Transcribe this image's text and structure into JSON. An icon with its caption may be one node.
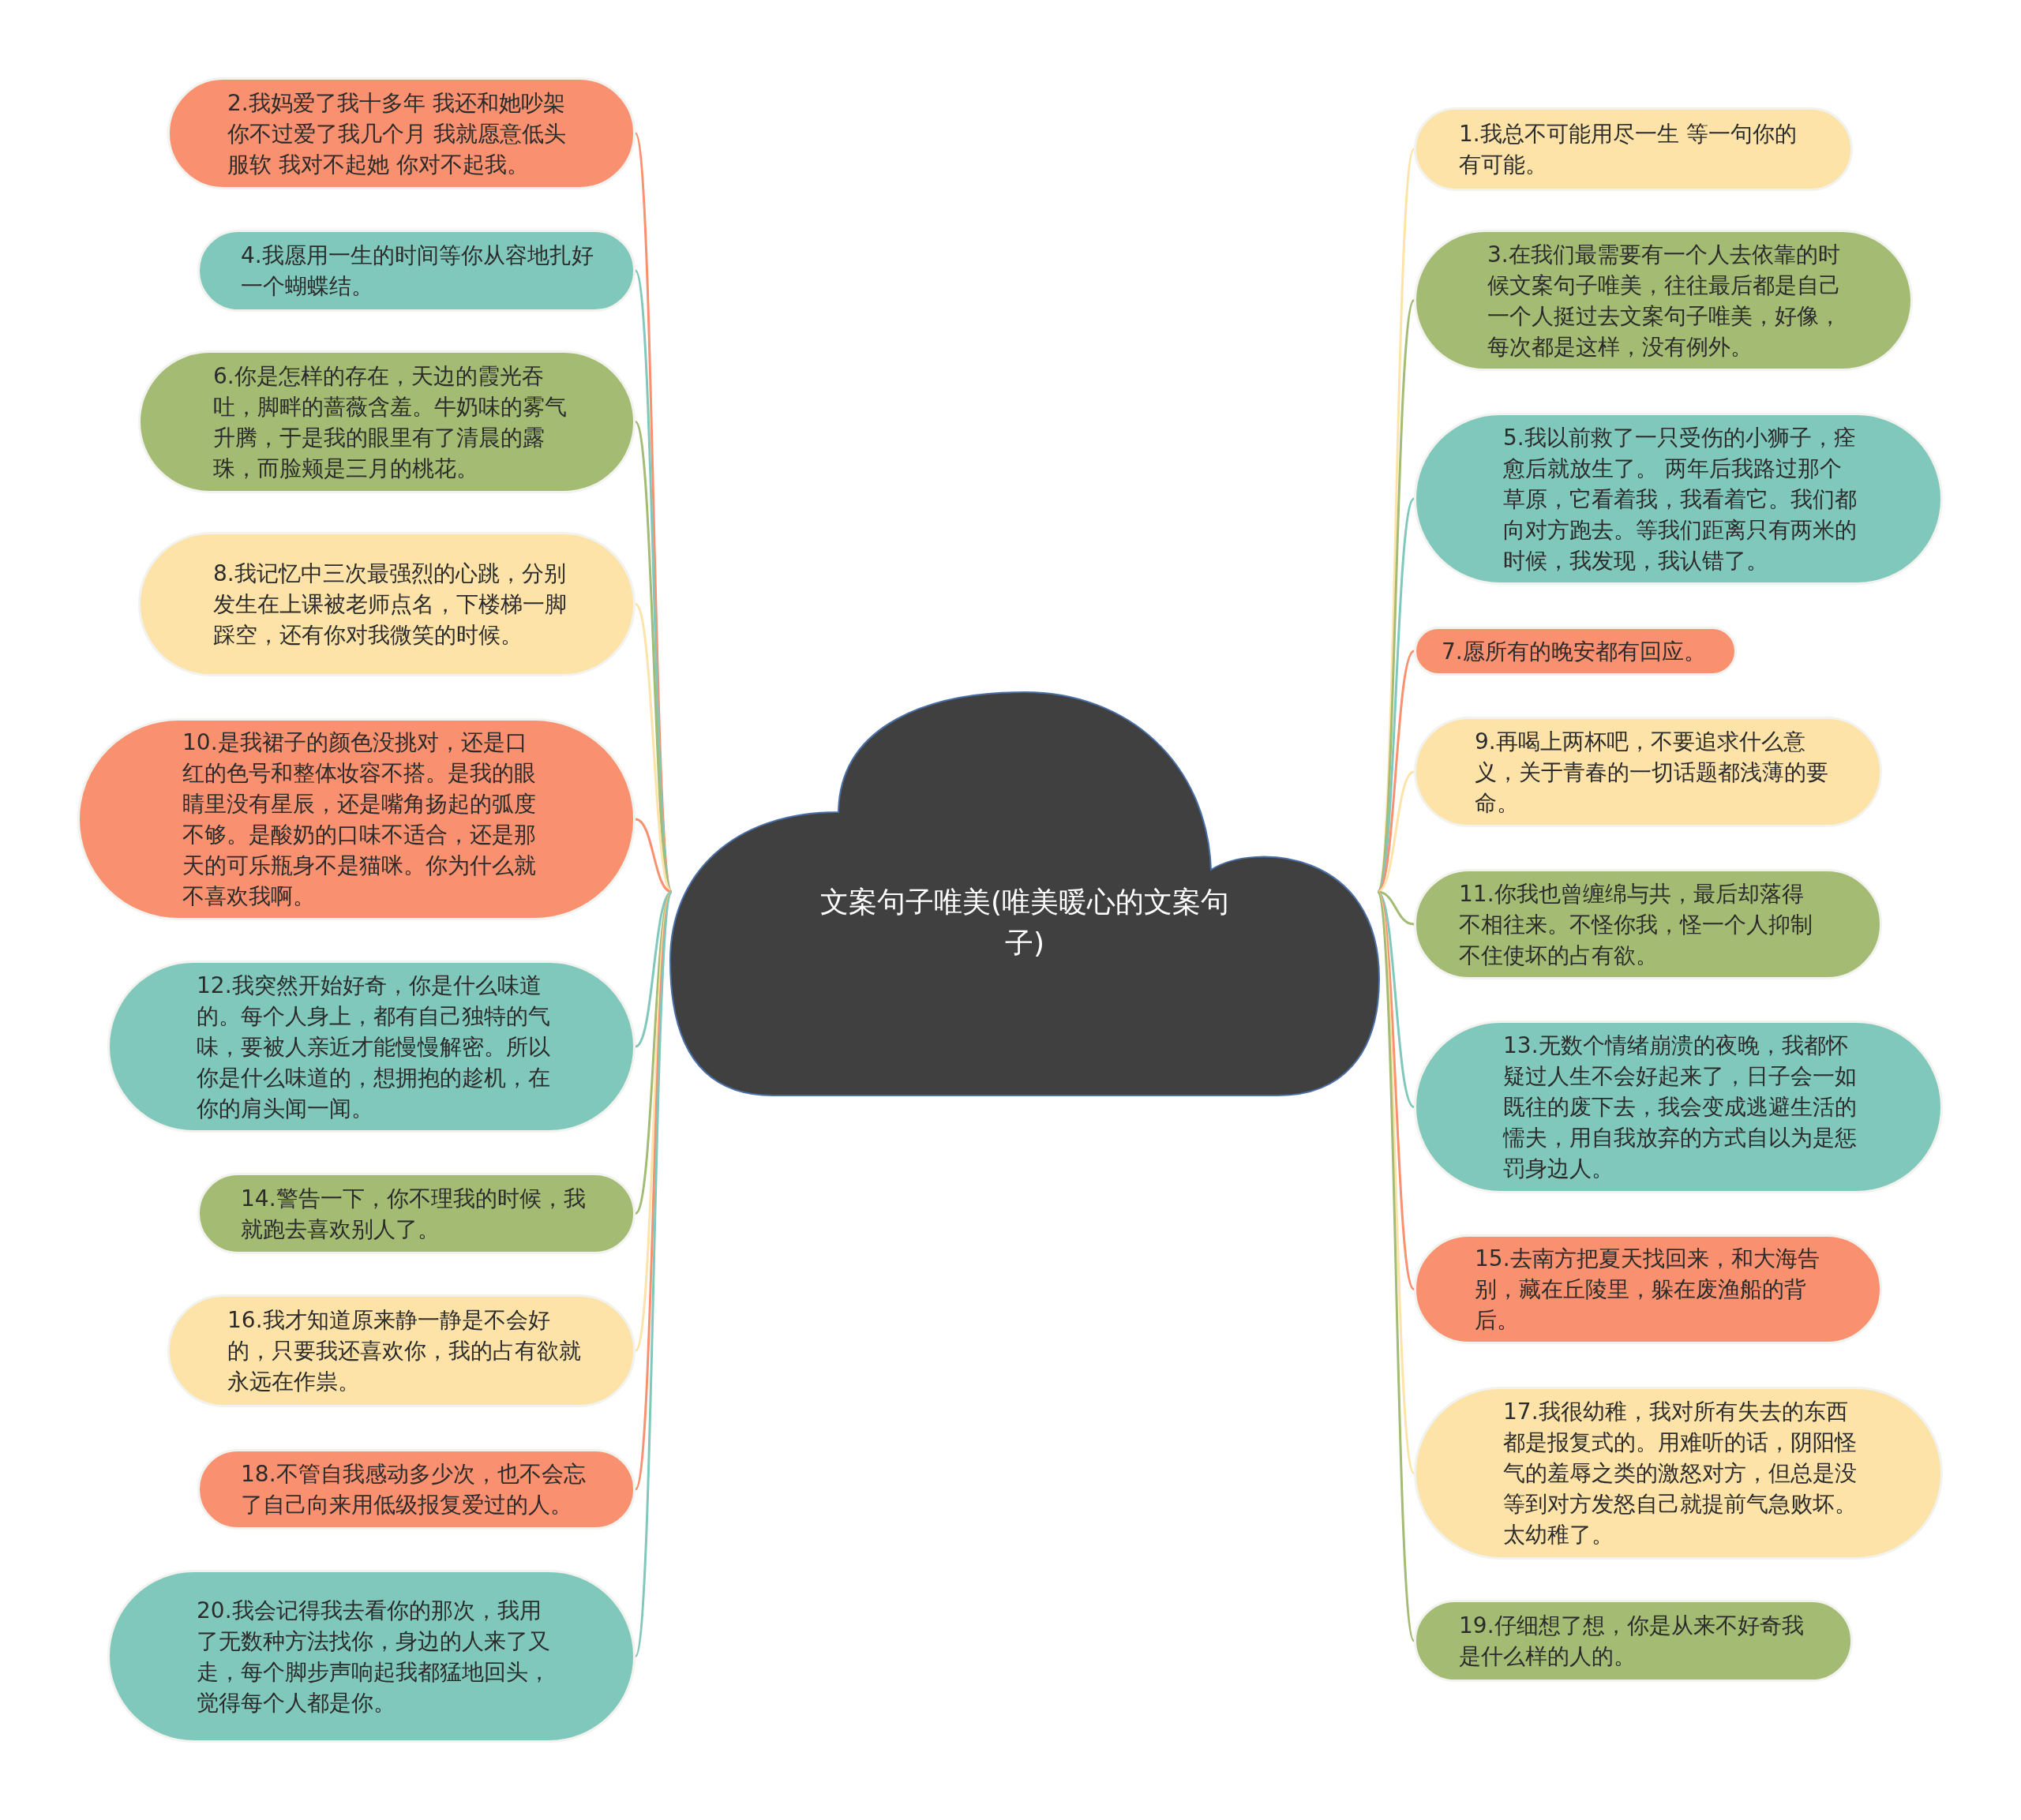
{
  "diagram": {
    "nodes": [
      {
        "text": [
          "文案句子唯美(唯美暖心的文案句子)"
        ]
      },
      {
        "text": [
          "1.我总不可能用尽一生 等一句你的有可能。"
        ]
      },
      {
        "text": [
          "2.我妈爱了我十多年 我还和她吵架你不过爱了我几个月 我就愿意低头服软 我对不起她 你对不起我。"
        ]
      },
      {
        "text": [
          "3.在我们最需要有一个人去依靠的时候文案句子唯美，往往最后都是自己一个人挺过去文案句子唯美，好像，每次都是这样，没有例外。"
        ]
      },
      {
        "text": [
          "4.我愿用一生的时间等你从容地扎好一个蝴蝶结。"
        ]
      },
      {
        "text": [
          "5.我以前救了一只受伤的小狮子，痊愈后就放生了。 两年后我路过那个草原，它看着我，我看着它。我们都向对方跑去。等我们距离只有两米的时候，我发现，我认错了。"
        ]
      },
      {
        "text": [
          "6.你是怎样的存在，天边的霞光吞吐，脚畔的蔷薇含羞。牛奶味的雾气升腾，于是我的眼里有了清晨的露珠，而脸颊是三月的桃花。"
        ]
      },
      {
        "text": [
          "7.愿所有的晚安都有回应。"
        ]
      },
      {
        "text": [
          "8.我记忆中三次最强烈的心跳，分别发生在上课被老师点名，下楼梯一脚踩空，还有你对我微笑的时候。"
        ]
      },
      {
        "text": [
          "9.再喝上两杯吧，不要追求什么意义，关于青春的一切话题都浅薄的要命。"
        ]
      },
      {
        "text": [
          "10.是我裙子的颜色没挑对，还是口红的色号和整体妆容不搭。是我的眼睛里没有星辰，还是嘴角扬起的弧度不够。是酸奶的口味不适合，还是那天的可乐瓶身不是猫咪。你为什么就不喜欢我啊。"
        ]
      },
      {
        "text": [
          "11.你我也曾缠绵与共，最后却落得不相往来。不怪你我，怪一个人抑制不住使坏的占有欲。"
        ]
      },
      {
        "text": [
          "12.我突然开始好奇，你是什么味道的。每个人身上，都有自己独特的气味，要被人亲近才能慢慢解密。所以你是什么味道的，想拥抱的趁机，在你的肩头闻一闻。"
        ]
      },
      {
        "text": [
          "13.无数个情绪崩溃的夜晚，我都怀疑过人生不会好起来了，日子会一如既往的废下去，我会变成逃避生活的懦夫，用自我放弃的方式自以为是惩罚身边人。"
        ]
      },
      {
        "text": [
          "14.警告一下，你不理我的时候，我就跑去喜欢别人了。"
        ]
      },
      {
        "text": [
          "15.去南方把夏天找回来，和大海告别，藏在丘陵里，躲在废渔船的背后。"
        ]
      },
      {
        "text": [
          "16.我才知道原来静一静是不会好的，只要我还喜欢你，我的占有欲就永远在作祟。"
        ]
      },
      {
        "text": [
          "17.我很幼稚，我对所有失去的东西都是报复式的。用难听的话，阴阳怪气的羞辱之类的激怒对方，但总是没等到对方发怒自己就提前气急败坏。太幼稚了。"
        ]
      },
      {
        "text": [
          "18.不管自我感动多少次，也不会忘了自己向来用低级报复爱过的人。"
        ]
      },
      {
        "text": [
          "19.仔细想了想，你是从来不好奇我是什么样的人的。"
        ]
      },
      {
        "text": [
          "20.我会记得我去看你的那次，我用了无数种方法找你，身边的人来了又走，每个脚步声响起我都猛地回头，觉得每个人都是你。"
        ]
      }
    ],
    "edges": [
      {
        "from": 0,
        "to": 1,
        "arrow": "none",
        "color": "#fde3a7"
      },
      {
        "from": 0,
        "to": 2,
        "arrow": "none",
        "color": "#f9906f"
      },
      {
        "from": 0,
        "to": 3,
        "arrow": "none",
        "color": "#a3bb73"
      },
      {
        "from": 0,
        "to": 4,
        "arrow": "none",
        "color": "#80c8bb"
      },
      {
        "from": 0,
        "to": 5,
        "arrow": "none",
        "color": "#80c8bb"
      },
      {
        "from": 0,
        "to": 6,
        "arrow": "none",
        "color": "#a3bb73"
      },
      {
        "from": 0,
        "to": 7,
        "arrow": "none",
        "color": "#f9906f"
      },
      {
        "from": 0,
        "to": 8,
        "arrow": "none",
        "color": "#fde3a7"
      },
      {
        "from": 0,
        "to": 9,
        "arrow": "none",
        "color": "#fde3a7"
      },
      {
        "from": 0,
        "to": 10,
        "arrow": "none",
        "color": "#f9906f"
      },
      {
        "from": 0,
        "to": 11,
        "arrow": "none",
        "color": "#a3bb73"
      },
      {
        "from": 0,
        "to": 12,
        "arrow": "none",
        "color": "#80c8bb"
      },
      {
        "from": 0,
        "to": 13,
        "arrow": "none",
        "color": "#80c8bb"
      },
      {
        "from": 0,
        "to": 14,
        "arrow": "none",
        "color": "#a3bb73"
      },
      {
        "from": 0,
        "to": 15,
        "arrow": "none",
        "color": "#f9906f"
      },
      {
        "from": 0,
        "to": 16,
        "arrow": "none",
        "color": "#fde3a7"
      },
      {
        "from": 0,
        "to": 17,
        "arrow": "none",
        "color": "#fde3a7"
      },
      {
        "from": 0,
        "to": 18,
        "arrow": "none",
        "color": "#f9906f"
      },
      {
        "from": 0,
        "to": 19,
        "arrow": "none",
        "color": "#a3bb73"
      },
      {
        "from": 0,
        "to": 20,
        "arrow": "none",
        "color": "#80c8bb"
      }
    ]
  }
}
